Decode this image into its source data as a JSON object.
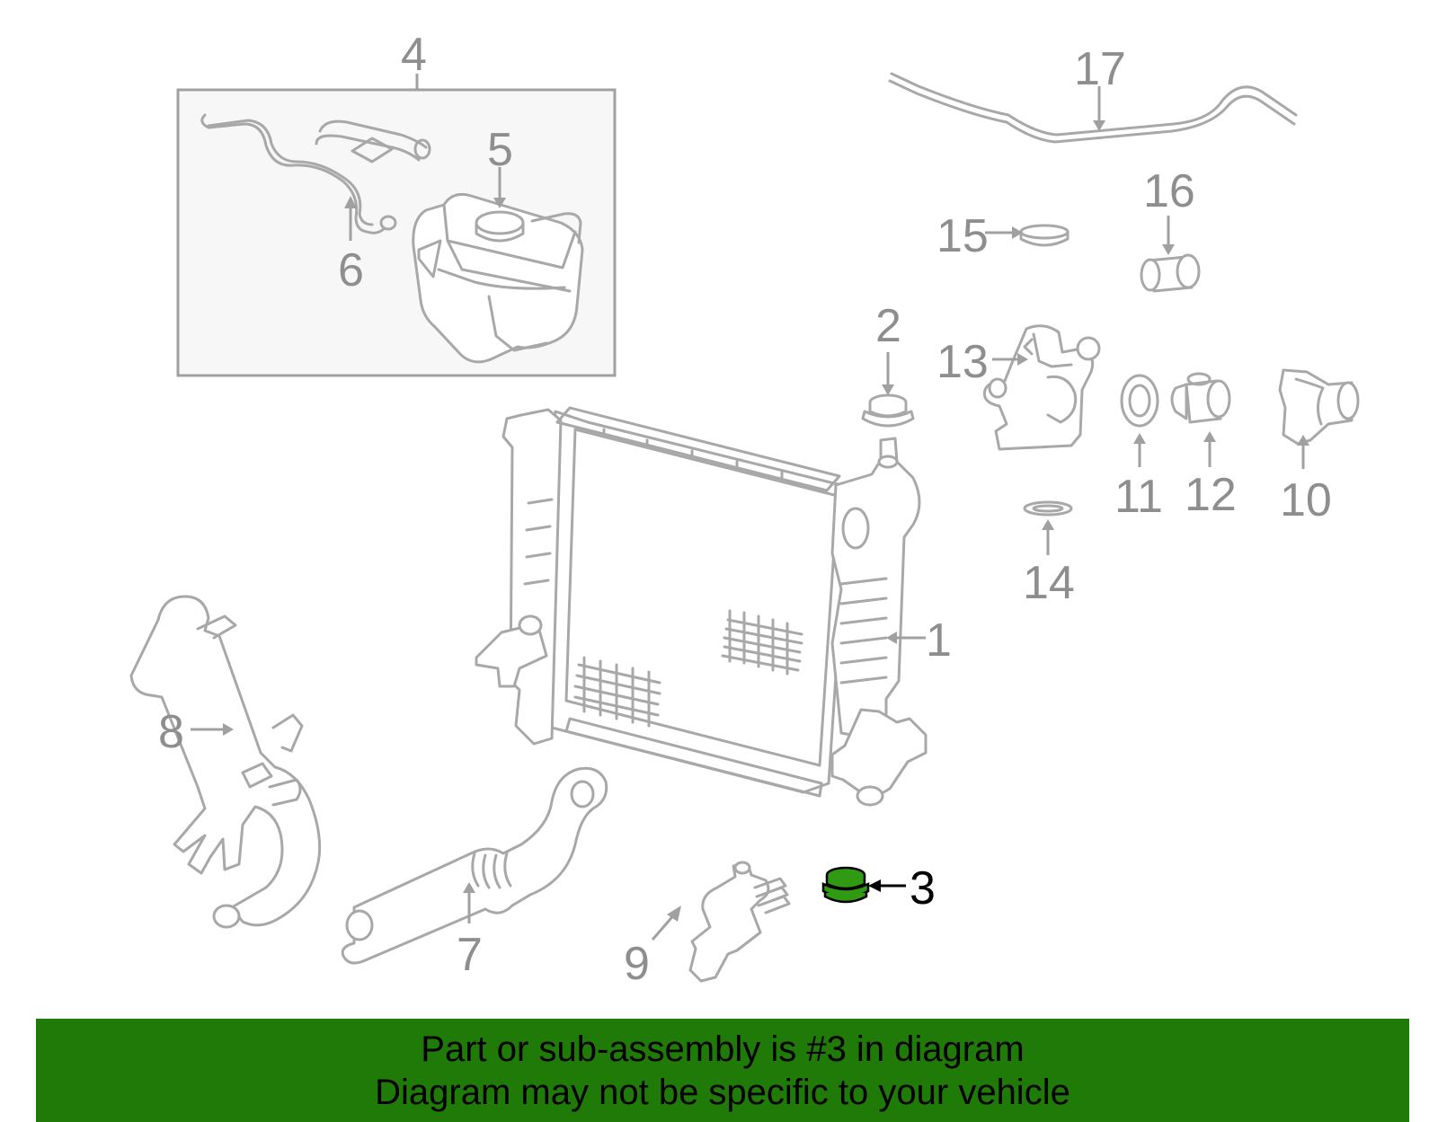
{
  "callouts": {
    "c1": "1",
    "c2": "2",
    "c3": "3",
    "c4": "4",
    "c5": "5",
    "c6": "6",
    "c7": "7",
    "c8": "8",
    "c9": "9",
    "c10": "10",
    "c11": "11",
    "c12": "12",
    "c13": "13",
    "c14": "14",
    "c15": "15",
    "c16": "16",
    "c17": "17"
  },
  "highlight_color": "#1f7a08",
  "banner": {
    "line1": "Part or sub-assembly is #3 in diagram",
    "line2": "Diagram may not be specific to your vehicle"
  }
}
